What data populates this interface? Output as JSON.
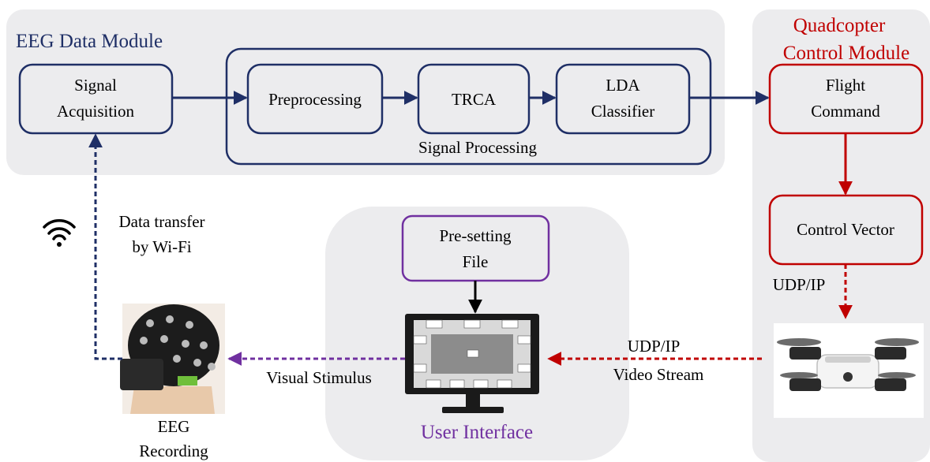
{
  "colors": {
    "navy": "#1f2f66",
    "red": "#c00000",
    "purple": "#7030a0",
    "black": "#000000",
    "panel": "#ececee"
  },
  "modules": {
    "eeg_title": "EEG Data Module",
    "quad_title_1": "Quadcopter",
    "quad_title_2": "Control Module",
    "ui_title": "User Interface"
  },
  "blocks": {
    "signal_acquisition": [
      "Signal",
      "Acquisition"
    ],
    "preprocessing": "Preprocessing",
    "trca": "TRCA",
    "lda": [
      "LDA",
      "Classifier"
    ],
    "signal_processing": "Signal Processing",
    "flight_command": [
      "Flight",
      "Command"
    ],
    "control_vector": "Control Vector",
    "presetting": [
      "Pre-setting",
      "File"
    ]
  },
  "labels": {
    "data_transfer": [
      "Data transfer",
      "by Wi-Fi"
    ],
    "udp_ip_top": "UDP/IP",
    "udp_ip_stream": "UDP/IP",
    "video_stream": "Video Stream",
    "visual_stimulus": "Visual Stimulus",
    "eeg_recording": [
      "EEG",
      "Recording"
    ]
  },
  "icons": {
    "wifi": "wifi-icon",
    "monitor": "monitor-icon",
    "drone": "drone-image",
    "eeg_cap": "eeg-cap-image"
  }
}
